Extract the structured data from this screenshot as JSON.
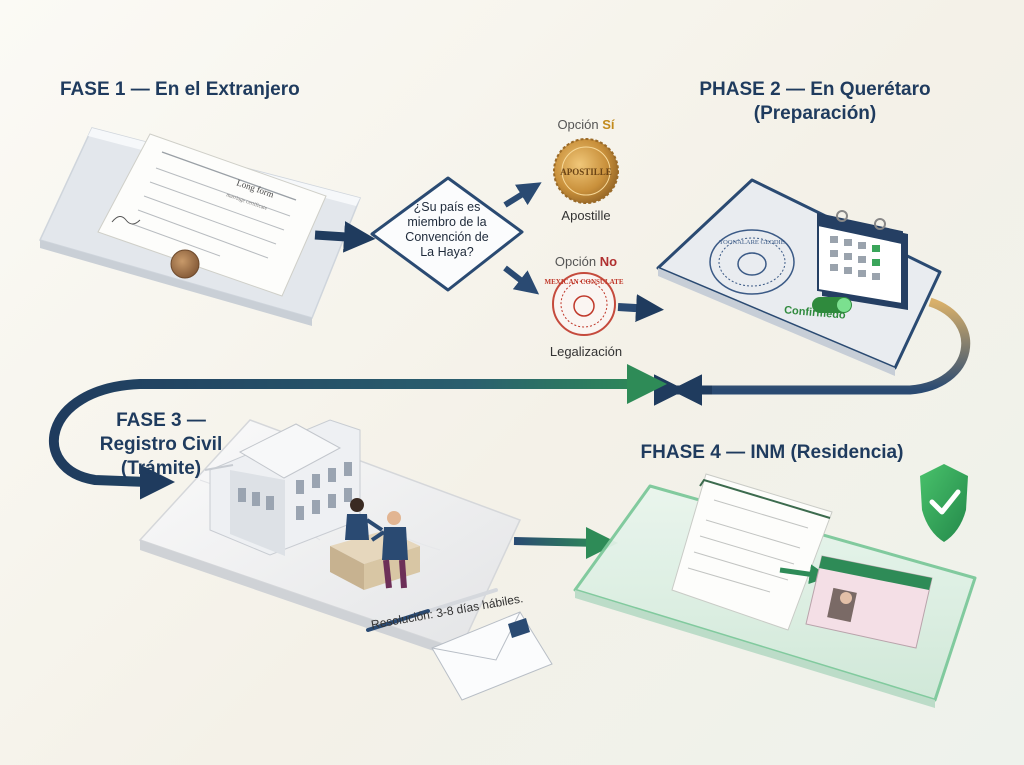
{
  "phase1": {
    "title": "FASE 1 — En el Extranjero",
    "doc_heading": "Long form",
    "doc_sub": "marriage certificate"
  },
  "phase2": {
    "title_line1": "PHASE 2 — En Querétaro",
    "title_line2": "(Preparación)",
    "confirm_label": "Confirmedo",
    "seal_text": "TOONALARE GEODIE"
  },
  "phase3": {
    "title_line1": "FASE 3 —",
    "title_line2": "Registro Civil",
    "title_line3": "(Trámite)",
    "resolution": "Resolución: 3-8 días hábiles."
  },
  "phase4": {
    "title": "FHASE 4 — INM (Residencia)"
  },
  "decision": {
    "question_lines": [
      "¿Su país es",
      "miembro de la",
      "Convención de",
      "La Haya?"
    ],
    "yes": {
      "word": "Opción",
      "answer": "Sí",
      "label": "Apostille",
      "seal_text": "APOSTILLE"
    },
    "no": {
      "word": "Opción",
      "answer": "No",
      "label": "Legalización",
      "seal_text": "MEXICAN CONSULATE"
    }
  },
  "colors": {
    "navy": "#1f3b5e",
    "green": "#2e8b57",
    "gold": "#c9a25a",
    "red_stamp": "#c0392b"
  }
}
